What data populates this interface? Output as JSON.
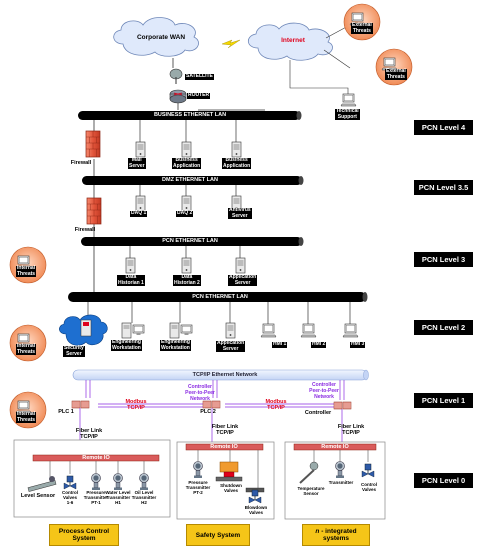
{
  "wan": {
    "corporate": "Corporate WAN",
    "internet": "Internet",
    "satellite": "SATELLITE",
    "router": "ROUTER"
  },
  "threats": {
    "external_1": "External\nThreats",
    "external_2": "External\nThreats",
    "internal": "Internal\nThreats"
  },
  "tech_support": "Technical\nSupport",
  "buses": {
    "business": "BUSINESS ETHERNET LAN",
    "dmz": "DMZ ETHERNET LAN",
    "pcn3": "PCN ETHERNET LAN",
    "pcn2": "PCN ETHERNET LAN",
    "tcpip": "TCP/IP Ethernet Network"
  },
  "level4": {
    "firewall": "Firewall",
    "servers": [
      "Mail\nServer",
      "Business\nApplication",
      "Business\nApplication"
    ]
  },
  "level35": {
    "firewall": "Firewall",
    "servers": [
      "DAQ 1",
      "DAQ 2",
      "Antivirus\nServer"
    ]
  },
  "level3": {
    "servers": [
      "Data\nHistorian 1",
      "Data\nHistorian 2",
      "Application\nServer"
    ]
  },
  "level2": {
    "security": "Security\nServer",
    "nodes": [
      "Engineering\nWorkstation",
      "Engineering\nWorkstation",
      "Application\nServer",
      "HMI 1",
      "HMI 2",
      "HMI 3"
    ]
  },
  "level1": {
    "plc1": "PLC 1",
    "plc2": "PLC 2",
    "controller": "Controller",
    "modbus1": "Modbus\nTCP/IP",
    "modbus2": "Modbus\nTCP/IP",
    "p2p1": "Controller\nPeer-to-Peer\nNetwork",
    "p2p2": "Controller\nPeer-to-Peer\nNetwork",
    "fiber": "Fiber Link\nTCP/IP"
  },
  "level0": {
    "remote_io": "Remote IO",
    "pcs_devices": [
      "Level Sensor",
      "Control\nValves\n1-6",
      "Pressure\nTransmitter\nPT-1",
      "Water Level\nTransmitter\nH1",
      "Oil Level\nTransmitter\nH2"
    ],
    "safety_devices": [
      "Pressure\nTransmitter\nPT-2",
      "Shutdown\nValves",
      "Blowdown\nValves"
    ],
    "n_devices": [
      "Temperature\nSensor",
      "Transmitter",
      "Control\nValves"
    ]
  },
  "levels": [
    "PCN Level 4",
    "PCN Level 3.5",
    "PCN Level 3",
    "PCN Level 2",
    "PCN Level 1",
    "PCN Level 0"
  ],
  "systems": {
    "pcs": "Process Control\nSystem",
    "safety": "Safety System",
    "n_prefix": "n",
    "n_suffix": " - integrated\nsystems"
  },
  "colors": {
    "bus": "#000000",
    "tcpip_fill": "#dde8ff",
    "tcpip_stroke": "#8aa4d8",
    "link": "#8a2be2",
    "firewall": "#d9432f",
    "threat_disc": "#f4a070",
    "system_box": "#f5c518",
    "modbus": "#e0001b"
  }
}
